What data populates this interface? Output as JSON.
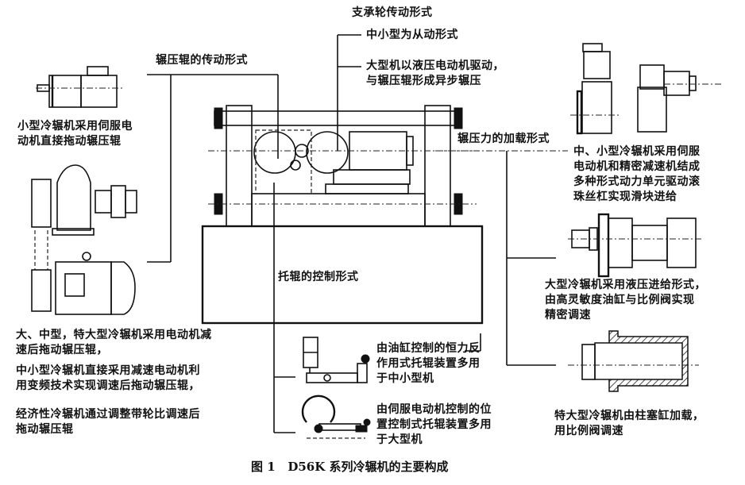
{
  "figure": {
    "caption": "图 1   D56K 系列冷辗机的主要构成"
  },
  "center": {
    "support_wheel_title": "支承轮传动形式",
    "support_small": "中小型为从动形式",
    "support_large": "大型机以液压电动机驱动，\n与辗压辊形成异步辗压",
    "roller_drive_title": "辗压辊的传动形式",
    "pressure_load_title": "辗压力的加载形式",
    "idler_control_title": "托辊的控制形式"
  },
  "left": {
    "small_servo": "小型冷辗机采用伺服电\n动机直接拖动辗压辊",
    "large_desc": "大、中型，特大型冷辗机采用电动机减\n速后拖动辗压辊，",
    "mid_desc": "中小型冷辗机直接采用减速电动机利\n用变频技术实现调速后拖动辗压辊，",
    "econ_desc": "经济性冷辗机通过调整带轮比调速后\n拖动辗压辊"
  },
  "right": {
    "servo_feed": "中、小型冷辗机采用伺服\n电动机和精密减速机结成\n多种形式动力单元驱动滚\n珠丝杠实现滑块进给",
    "hydraulic_feed": "大型冷辗机采用液压进给形式，\n由高灵敏度油缸与比例阀实现\n精密调速",
    "plunger_feed": "特大型冷辗机由柱塞缸加载，\n用比例阀调速"
  },
  "bottom": {
    "cylinder_idler": "由油缸控制的恒力反\n作用式托辊装置多用\n于中小型机",
    "servo_idler": "由伺服电动机控制的位\n置控制式托辊装置多用\n于大型机"
  }
}
